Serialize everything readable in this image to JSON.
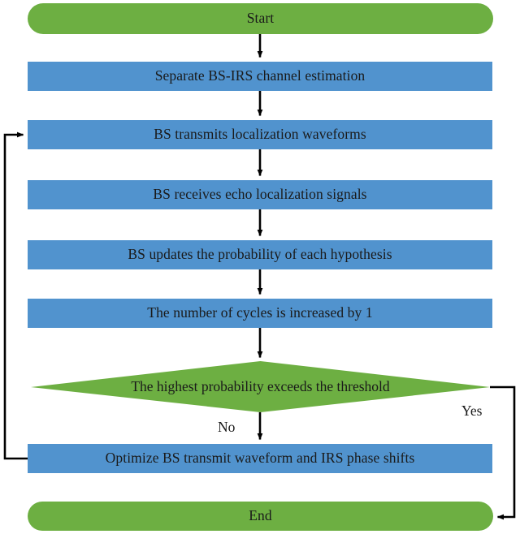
{
  "diagram": {
    "type": "flowchart",
    "title": "",
    "colors": {
      "terminator_fill": "#6DAF42",
      "process_fill": "#5193CE",
      "decision_fill": "#6DAF42",
      "connector_stroke": "#000000",
      "text": "#1a1a1a",
      "background": "#ffffff"
    },
    "nodes": [
      {
        "id": "start",
        "shape": "terminator",
        "label": "Start"
      },
      {
        "id": "estimate",
        "shape": "process",
        "label": "Separate BS-IRS channel estimation"
      },
      {
        "id": "transmit",
        "shape": "process",
        "label": "BS transmits localization waveforms"
      },
      {
        "id": "receive",
        "shape": "process",
        "label": "BS receives echo localization signals"
      },
      {
        "id": "update",
        "shape": "process",
        "label": "BS updates the probability of each hypothesis"
      },
      {
        "id": "cycles",
        "shape": "process",
        "label": "The number of cycles is increased by 1"
      },
      {
        "id": "decision",
        "shape": "decision",
        "label": "The highest probability exceeds the threshold"
      },
      {
        "id": "optimize",
        "shape": "process",
        "label": "Optimize BS transmit waveform and IRS phase shifts"
      },
      {
        "id": "end",
        "shape": "terminator",
        "label": "End"
      }
    ],
    "edge_labels": {
      "no": "No",
      "yes": "Yes"
    }
  }
}
